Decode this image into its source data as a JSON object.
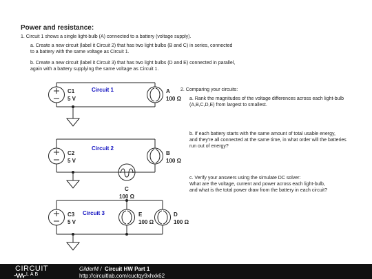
{
  "header": {
    "title": "Power and resistance:",
    "q1": "1. Circuit 1 shows a single light-bulb (A) connected to a battery (voltage supply).",
    "q1a": "a. Create a new circuit (label it Circuit 2) that has two light bulbs (B and C) in series, connected\nto a battery with the same voltage as Circuit 1.",
    "q1b": "b. Create a new circuit (label it Circuit 3) that has two light bulbs (D and E) connected in parallel,\nagain with a battery supplying the same voltage as Circuit 1."
  },
  "questions": {
    "q2": "2. Comparing your circuits:",
    "q2a": "a. Rank the magnitudes of the voltage differences across each light-bulb\n(A,B,C,D,E) from largest to smallest.",
    "q2b": "b. If each battery starts with the same amount of total usable energy,\nand they're all connected at the same time, in what order will the batteries\nrun out of energy?",
    "q2c": "c. Verify your answers using the simulate DC solver:\nWhat are the voltage, current and power across each light-bulb,\nand what is the total power draw from the battery in each circuit?"
  },
  "circuits": {
    "c1": {
      "title": "Circuit 1",
      "battery_name": "C1",
      "battery_value": "5 V",
      "bulb_name": "A",
      "bulb_value": "100 Ω"
    },
    "c2": {
      "title": "Circuit 2",
      "battery_name": "C2",
      "battery_value": "5 V",
      "bulb_b_name": "B",
      "bulb_b_value": "100 Ω",
      "bulb_c_name": "C",
      "bulb_c_value": "100 Ω"
    },
    "c3": {
      "title": "Circuit 3",
      "battery_name": "C3",
      "battery_value": "5 V",
      "bulb_e_name": "E",
      "bulb_e_value": "100 Ω",
      "bulb_d_name": "D",
      "bulb_d_value": "100 Ω"
    }
  },
  "footer": {
    "logo_top": "CIRCUIT",
    "logo_bottom": "LAB",
    "user": "GilderM /",
    "title": "Circuit HW Part 1",
    "url": "http://circuitlab.com/cuctqy9xhxk62"
  },
  "colors": {
    "wire": "#222222",
    "circuit_title": "#1010c0",
    "footer_bg": "#111111"
  }
}
